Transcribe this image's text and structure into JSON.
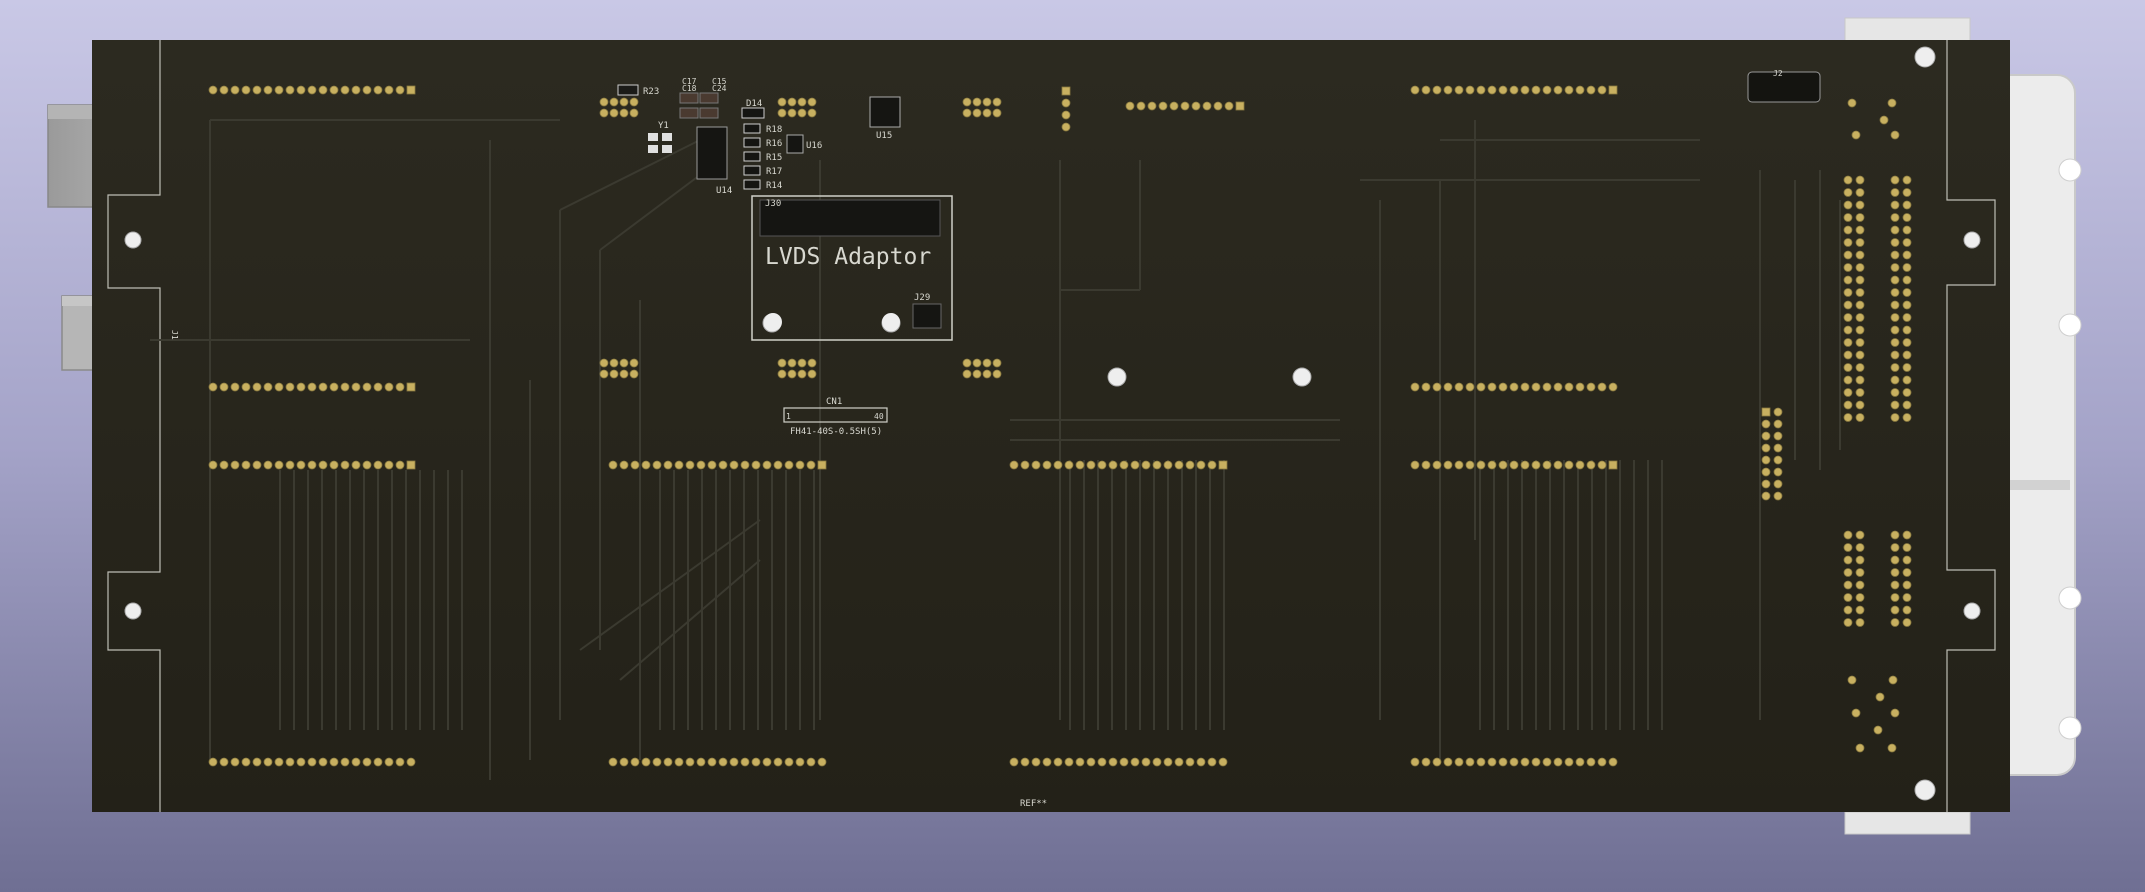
{
  "labels": {
    "R23": "R23",
    "C17": "C17",
    "C18": "C18",
    "C15": "C15",
    "C24": "C24",
    "D14": "D14",
    "R18": "R18",
    "R16": "R16",
    "R15": "R15",
    "R17": "R17",
    "R14": "R14",
    "U16": "U16",
    "U15": "U15",
    "U14": "U14",
    "Y1": "Y1",
    "J30": "J30",
    "title": "LVDS Adaptor",
    "J29": "J29",
    "CN1": "CN1",
    "cn_pin1": "1",
    "cn_pin40": "40",
    "cn_part": "FH41-40S-0.5SH(5)",
    "J2": "J2",
    "J1": "J1",
    "ref": "REF**"
  },
  "colors": {
    "board": "#28261d",
    "copper": "#c8b060",
    "silkscreen": "#d8d8d0",
    "housing": "#ececec"
  }
}
